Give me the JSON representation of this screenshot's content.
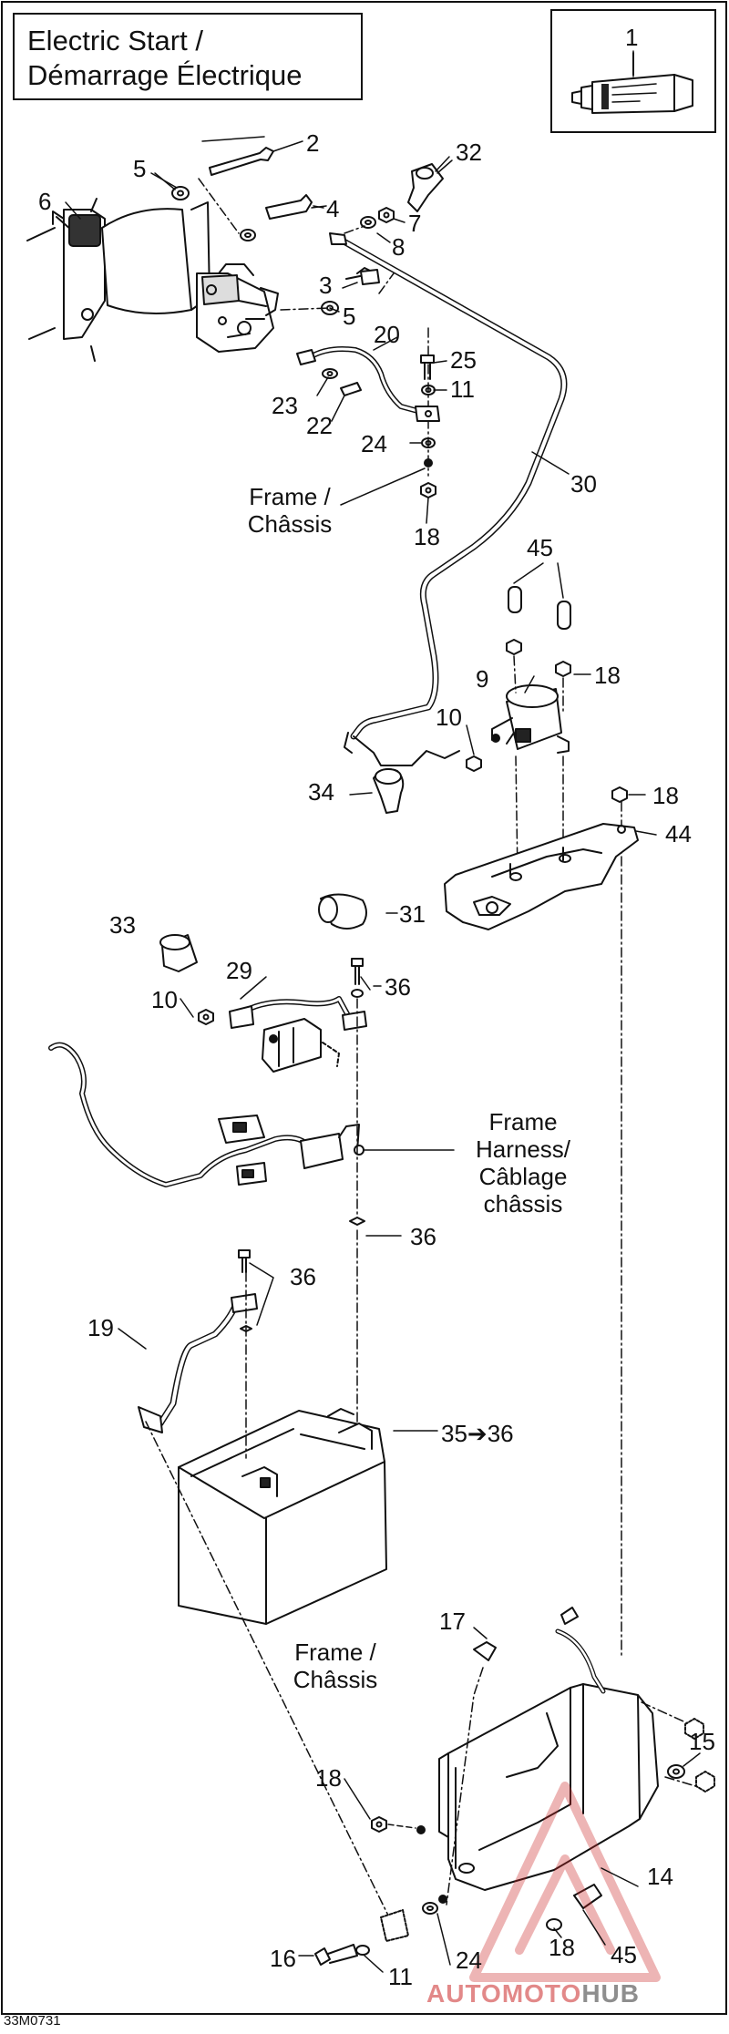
{
  "title": {
    "line1": "Electric Start /",
    "line2": "Démarrage Électrique"
  },
  "document_code": "33M0731",
  "watermark": {
    "part1": "AUTOMOTO",
    "part2": "HUB"
  },
  "inset": {
    "callout": "1",
    "item": "tube-of-compound-icon"
  },
  "callouts": {
    "c2": "2",
    "c4": "4",
    "c5a": "5",
    "c6": "6",
    "c32": "32",
    "c7": "7",
    "c8": "8",
    "c3": "3",
    "c5b": "5",
    "c20": "20",
    "c25": "25",
    "c11a": "11",
    "c23": "23",
    "c22": "22",
    "c24a": "24",
    "c30": "30",
    "c18a": "18",
    "c45a": "45",
    "c9": "9",
    "c18b": "18",
    "c10a": "10",
    "c34": "34",
    "c18c": "18",
    "c44": "44",
    "c31": "31",
    "c33": "33",
    "c29": "29",
    "c36a": "36",
    "c10b": "10",
    "c36b": "36",
    "c36c": "36",
    "c19": "19",
    "c35": "35➔36",
    "c17": "17",
    "c15": "15",
    "c18d": "18",
    "c14": "14",
    "c45b": "45",
    "c18e": "18",
    "c16": "16",
    "c11b": "11",
    "c24b": "24"
  },
  "text_labels": {
    "frame_top": {
      "line1": "Frame /",
      "line2": "Châssis"
    },
    "frame_harness": {
      "line1": "Frame",
      "line2": "Harness/",
      "line3": "Câblage",
      "line4": "châssis"
    },
    "frame_bottom": {
      "line1": "Frame /",
      "line2": "Châssis"
    }
  },
  "parts": [
    "starter-motor",
    "starter-bolt",
    "washer",
    "nut",
    "rubber-boot",
    "cable",
    "battery-cable-30",
    "solenoid",
    "solenoid-bracket",
    "battery",
    "battery-tray",
    "fuse-holder",
    "frame-harness",
    "battery-cable-19",
    "battery-strap"
  ],
  "colors": {
    "line": "#111111",
    "background": "#ffffff",
    "watermark": "#cc2a2a"
  }
}
